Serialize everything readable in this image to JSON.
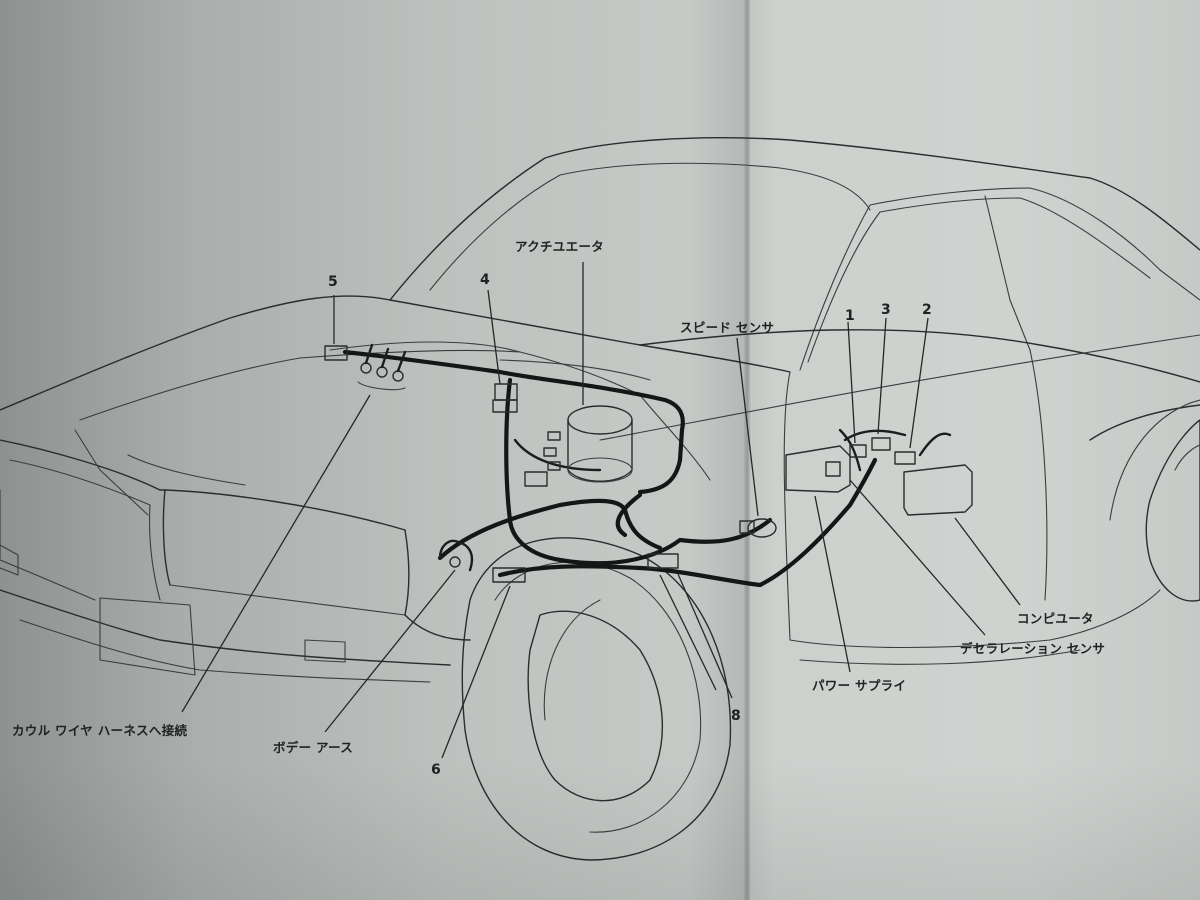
{
  "labels": {
    "actuator": "アクチユエータ",
    "speed_sensor": "スピード センサ",
    "computer": "コンピユータ",
    "deceleration_sensor": "デセラレーション センサ",
    "power_supply": "パワー サプライ",
    "cowl_harness": "カウル ワイヤ ハーネスへ接続",
    "body_ground": "ボデー アース"
  },
  "callouts": {
    "c1": "1",
    "c2": "2",
    "c3": "3",
    "c4": "4",
    "c5": "5",
    "c6": "6",
    "c8": "8"
  }
}
